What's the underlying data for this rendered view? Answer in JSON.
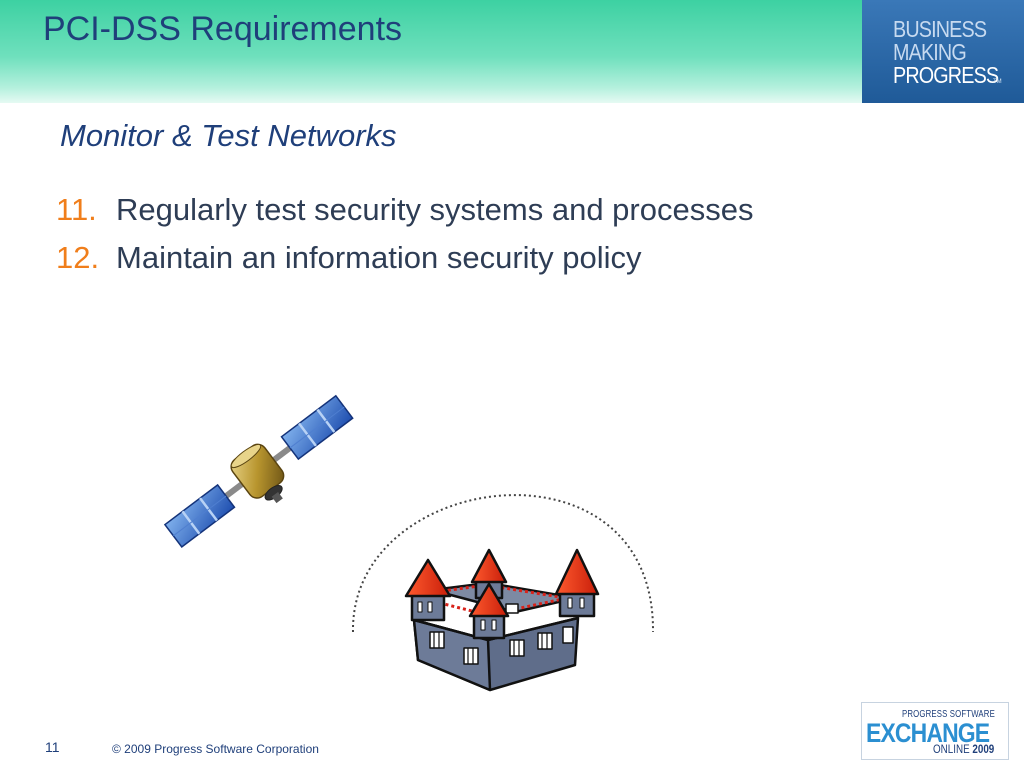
{
  "slide": {
    "title": "PCI-DSS Requirements",
    "subtitle": "Monitor & Test Networks",
    "items": [
      {
        "number": "11.",
        "text": "Regularly test security systems and processes"
      },
      {
        "number": "12.",
        "text": "Maintain an information security policy"
      }
    ],
    "page_number": "11",
    "copyright": "© 2009 Progress Software Corporation"
  },
  "branding": {
    "header_logo": [
      "BUSINESS",
      "MAKING",
      "PROGRESS"
    ],
    "trademark": "TM",
    "exchange": {
      "top": "PROGRESS SOFTWARE",
      "main": "EXCHANGE",
      "bottom_prefix": "ONLINE",
      "bottom_year": "2009"
    }
  },
  "colors": {
    "title": "#1f3f7a",
    "accent_number": "#f07e1b",
    "header_green": "#3dd1a2",
    "brand_blue": "#2a6aab"
  },
  "illustrations": [
    "satellite-icon",
    "castle-icon"
  ]
}
